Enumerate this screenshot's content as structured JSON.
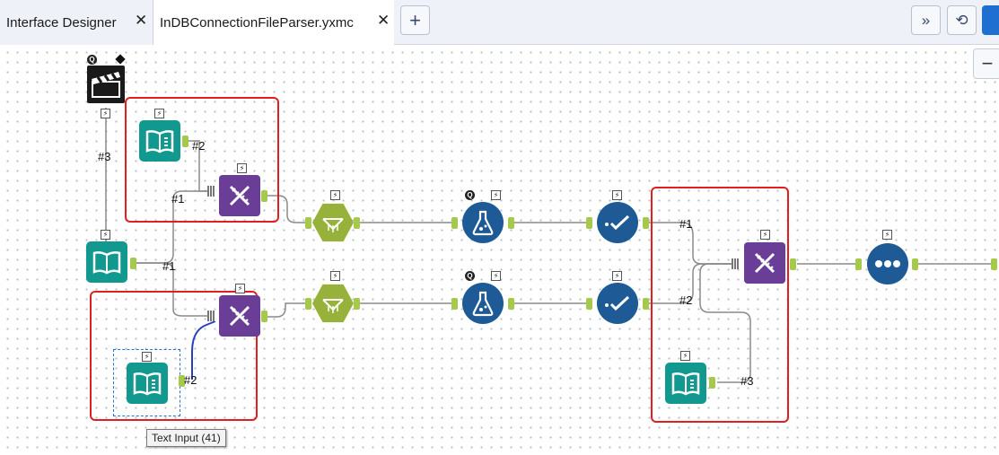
{
  "tabs": [
    {
      "label": "Interface Designer",
      "close": "✕"
    },
    {
      "label": "InDBConnectionFileParser.yxmc",
      "close": "✕"
    }
  ],
  "toolbar": {
    "add_tab": "+",
    "expand": "»",
    "history": "⟲",
    "zoom_out": "−"
  },
  "colors": {
    "input": "#12998f",
    "formula": "#6a3d96",
    "union": "#97b23a",
    "developer": "#1d5a96",
    "annotation_box": "#e02020",
    "anchor": "#a5c94a"
  },
  "badges": {
    "bolt": "⚡",
    "question": "Q"
  },
  "connection_labels": {
    "macro_action": "#3",
    "top_formula_2": "#2",
    "top_formula_1": "#1",
    "input_out_1": "#1",
    "bottom_formula_2": "#2",
    "right_formula_1": "#1",
    "right_formula_2": "#2",
    "right_formula_3": "#3"
  },
  "tooltip": "Text Input (41)"
}
